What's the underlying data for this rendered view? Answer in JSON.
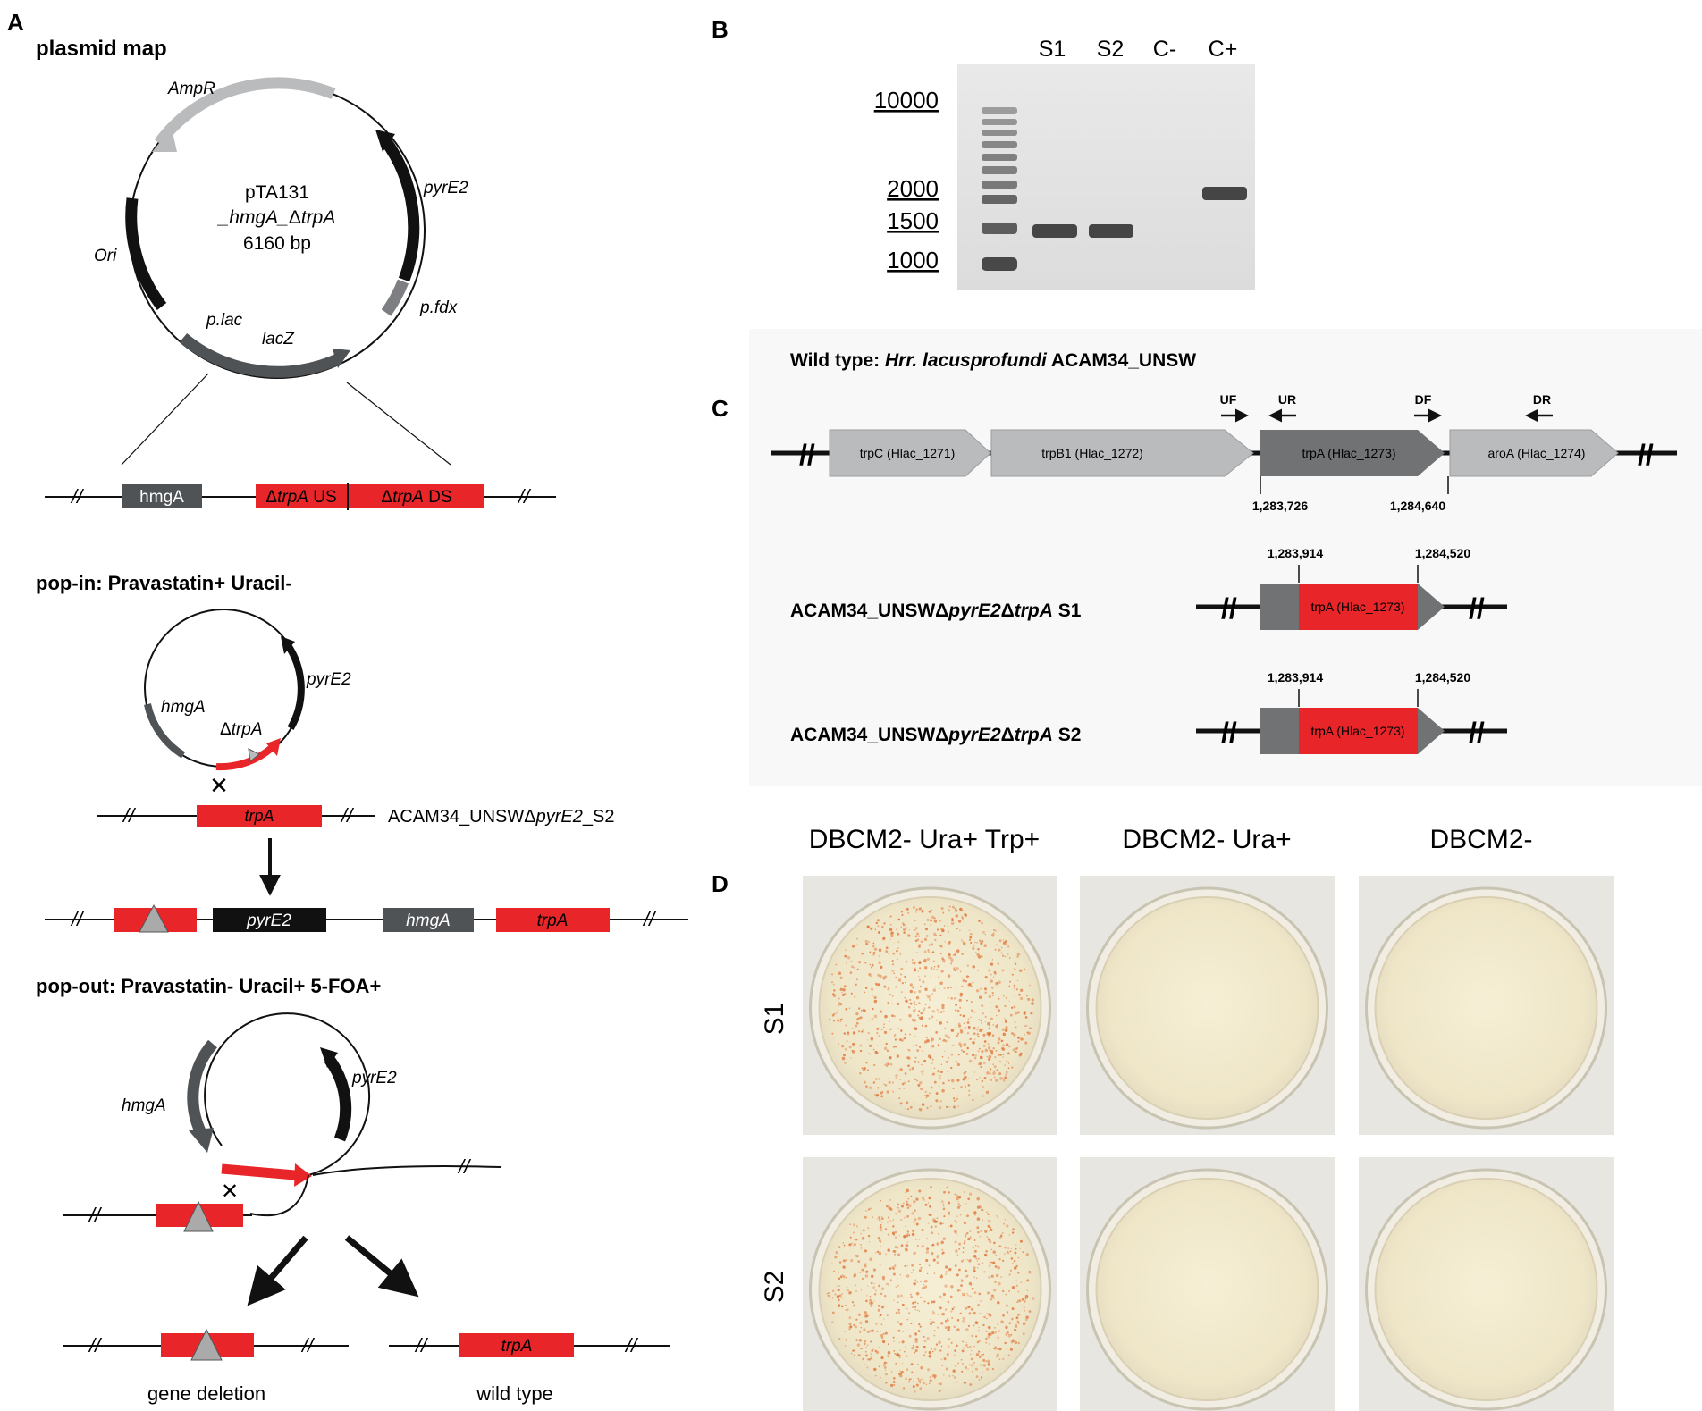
{
  "panels": {
    "a": {
      "letter": "A",
      "plasmid_title": "plasmid map",
      "plasmid_name_line1": "pTA131",
      "plasmid_name_line2_prefix": "_hmgA_",
      "plasmid_name_line2_delta": "Δ",
      "plasmid_name_line2_gene": "trpA",
      "plasmid_size": "6160 bp",
      "feature_ampr": "AmpR",
      "feature_ori": "Ori",
      "feature_plac": "p.lac",
      "feature_lacz": "lacZ",
      "feature_pfdx": "p.fdx",
      "feature_pyre2": "pyrE2",
      "construct_hmga": "hmgA",
      "construct_us_delta": "Δ",
      "construct_us_gene": "trpA",
      "construct_us_suffix": " US",
      "construct_ds_delta": "Δ",
      "construct_ds_gene": "trpA",
      "construct_ds_suffix": " DS",
      "popin_title": "pop-in: Pravastatin+ Uracil-",
      "popin_hmga": "hmgA",
      "popin_pyre2": "pyrE2",
      "popin_delta_trpa_delta": "Δ",
      "popin_delta_trpa_gene": "trpA",
      "popin_chrom_trpa": "trpA",
      "popin_strain_prefix": "ACAM34_UNSWΔ",
      "popin_strain_gene": "pyrE2",
      "popin_strain_suffix": "_S2",
      "integrated_pyre2": "pyrE2",
      "integrated_hmga": "hmgA",
      "integrated_trpa": "trpA",
      "popout_title": "pop-out: Pravastatin- Uracil+ 5-FOA+",
      "popout_hmga": "hmgA",
      "popout_pyre2": "pyrE2",
      "outcome_trpa": "trpA",
      "outcome_deletion": "gene deletion",
      "outcome_wildtype": "wild type"
    },
    "b": {
      "letter": "B",
      "lanes": [
        "S1",
        "S2",
        "C-",
        "C+"
      ],
      "ladder": [
        "10000",
        "2000",
        "1500",
        "1000"
      ]
    },
    "c": {
      "letter": "C",
      "wt_prefix": "Wild type: ",
      "wt_species": "Hrr. lacusprofundi",
      "wt_strain": " ACAM34_UNSW",
      "primers": [
        "UF",
        "UR",
        "DF",
        "DR"
      ],
      "genes": [
        "trpC (Hlac_1271)",
        "trpB1 (Hlac_1272)",
        "trpA (Hlac_1273)",
        "aroA (Hlac_1274)"
      ],
      "wt_coord_start": "1,283,726",
      "wt_coord_end": "1,284,640",
      "mut_coord_start": "1,283,914",
      "mut_coord_end": "1,284,520",
      "mut_gene": "trpA (Hlac_1273)",
      "mut_prefix": "ACAM34_UNSWΔ",
      "mut_gene1": "pyrE2",
      "mut_delta": "Δ",
      "mut_gene2": "trpA",
      "mut_s1": " S1",
      "mut_s2": " S2"
    },
    "d": {
      "letter": "D",
      "columns": [
        "DBCM2- Ura+ Trp+",
        "DBCM2- Ura+",
        "DBCM2-"
      ],
      "rows": [
        "S1",
        "S2"
      ]
    }
  },
  "colors": {
    "red": "#e8262a",
    "dark_grey": "#505355",
    "black": "#111111",
    "light_grey": "#b9bbbd",
    "mid_grey": "#7d7f82",
    "gel_bg": "#e4e4e4",
    "plate_bg": "#e7e6e1",
    "plate_fill": "#f3ecd2",
    "colony": "#e07236"
  }
}
